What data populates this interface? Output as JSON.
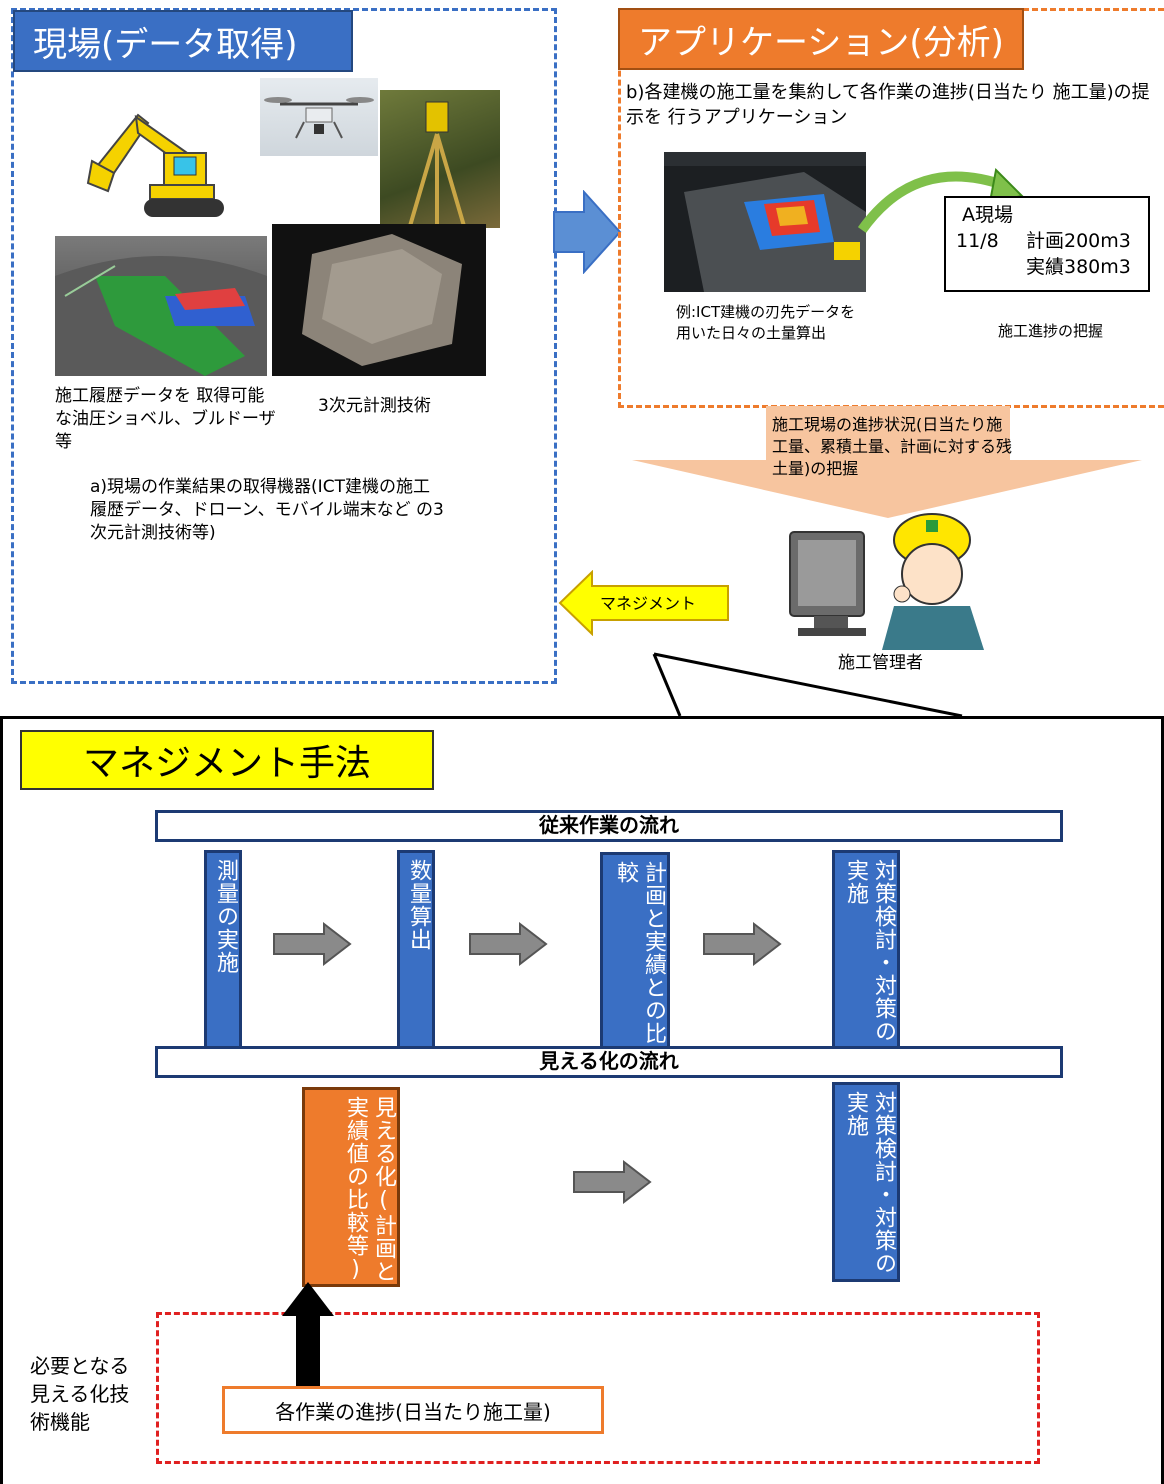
{
  "field": {
    "title": "現場(データ取得)",
    "caption_machine": "施工履歴データを 取得可能な油圧ショベル、ブルドーザ等",
    "caption_3d": "3次元計測技術",
    "desc": "a)現場の作業結果の取得機器(ICT建機の施工履歴データ、ドローン、モバイル端末など の3次元計測技術等)"
  },
  "app": {
    "title": "アプリケーション(分析)",
    "desc": "b)各建機の施工量を集約して各作業の進捗(日当たり 施工量)の提示を 行うアプリケーション",
    "example": "例:ICT建機の刃先データを用いた日々の土量算出",
    "progress_caption": "施工進捗の把握",
    "site_box": {
      "site": "A現場",
      "date": "11/8",
      "plan": "計画200m3",
      "actual": "実績380m3"
    }
  },
  "status_arrow_text": "施工現場の進捗状況(日当たり施工量、累積土量、計画に対する残土量)の把握",
  "management_arrow_label": "マネジメント",
  "manager_label": "施工管理者",
  "method": {
    "title": "マネジメント手法",
    "flow1": {
      "header": "従来作業の流れ",
      "steps": [
        "測量の実施",
        "数量算出",
        "計画と実績との比較",
        "対策検討・対策の実施"
      ]
    },
    "flow2": {
      "header": "見える化の流れ",
      "steps": [
        "見える化(計画と実績値の比較等)",
        "対策検討・対策の実施"
      ]
    },
    "required_label": "必要となる見える化技術機能",
    "progress_box": "各作業の進捗(日当たり施工量)"
  },
  "colors": {
    "blue": "#3a6fc4",
    "orange": "#ee7b2c",
    "yellow": "#ffff00",
    "red_dash": "#e02020",
    "blue_dash": "#3a6fc4",
    "orange_dash": "#ee7b2c",
    "peach": "#f7c59f"
  }
}
